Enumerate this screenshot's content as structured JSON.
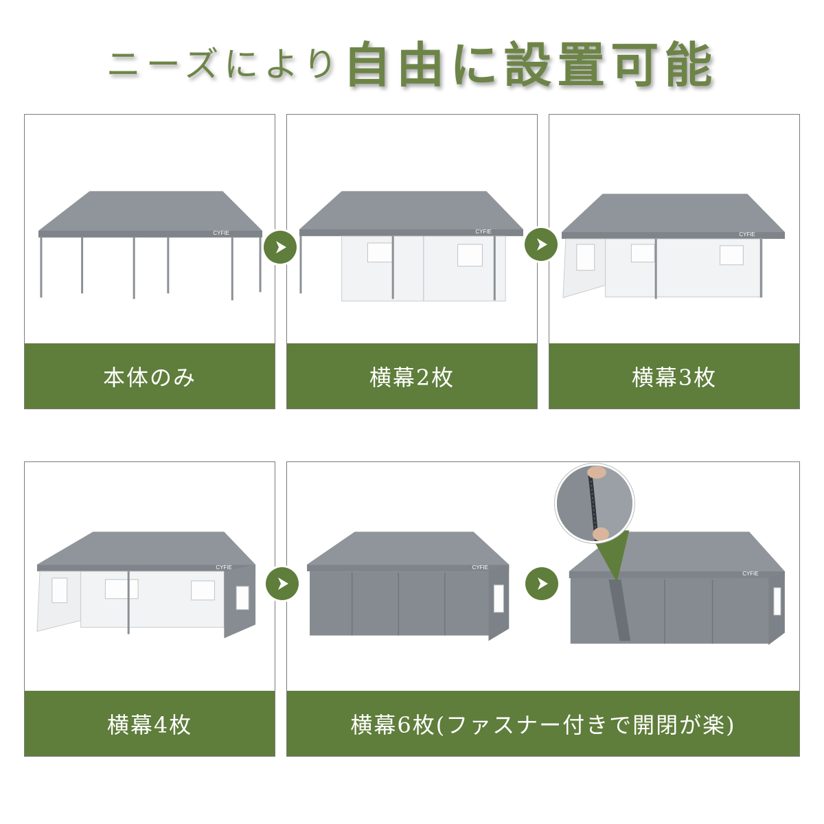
{
  "headline": {
    "lead": "ニーズにより",
    "emphasis": "自由に設置可能"
  },
  "cards": [
    {
      "label": "本体のみ",
      "brand": "CYFIE"
    },
    {
      "label": "横幕2枚",
      "brand": "CYFIE"
    },
    {
      "label": "横幕3枚",
      "brand": "CYFIE"
    },
    {
      "label": "横幕4枚",
      "brand": "CYFIE"
    },
    {
      "label": "横幕6枚(ファスナー付きで開閉が楽)",
      "brand": "CYFIE",
      "brand2": "CYFIE"
    }
  ],
  "colors": {
    "accent": "#5f7d3b",
    "headline": "#6d8447",
    "canopy": "#8f959a"
  },
  "icons": [
    "arrow-right-icon",
    "zipper-zoom-icon"
  ]
}
